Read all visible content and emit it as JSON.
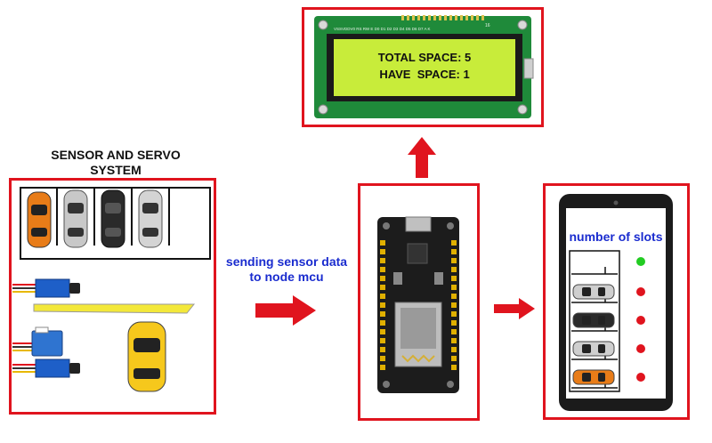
{
  "lcd": {
    "line1": "TOTAL SPACE: 5",
    "line2": "HAVE  SPACE: 1",
    "pin_label": "VSSVDDV0 RS RW E  D0 D1 D2 D3 D4 D5 D6 D7  A  K",
    "pin_num": "16"
  },
  "sensor_system": {
    "title_line1": "SENSOR AND SERVO",
    "title_line2": "SYSTEM"
  },
  "link": {
    "line1": "sending sensor data",
    "line2": "to node mcu"
  },
  "phone": {
    "title": "number of slots",
    "slots": [
      {
        "car": "none",
        "status_color": "#22cc22"
      },
      {
        "car": "silver",
        "status_color": "#e0141e"
      },
      {
        "car": "black",
        "status_color": "#e0141e"
      },
      {
        "car": "silver",
        "status_color": "#e0141e"
      },
      {
        "car": "orange",
        "status_color": "#e0141e"
      }
    ]
  },
  "colors": {
    "frame_red": "#e0141e",
    "arrow_red": "#e0141e",
    "text_blue": "#1a2ccf",
    "lcd_green": "#c8ec3a",
    "barrier_yellow": "#f3e83a"
  }
}
